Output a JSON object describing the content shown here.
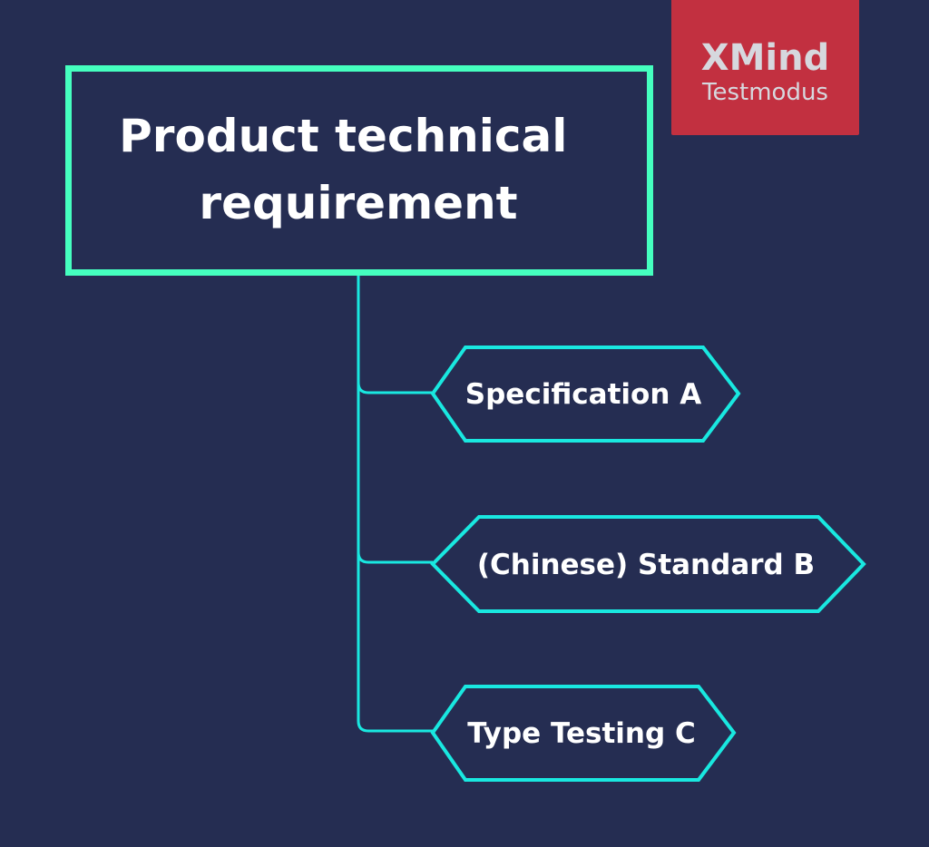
{
  "root": {
    "line1": "Product technical",
    "line2": "requirement"
  },
  "topics": [
    {
      "label": "Specification A"
    },
    {
      "label": "(Chinese) Standard B"
    },
    {
      "label": "Type Testing C"
    }
  ],
  "watermark": {
    "title": "XMind",
    "subtitle": "Testmodus"
  },
  "colors": {
    "background": "#252d52",
    "root_border": "#45ffbf",
    "branch": "#19e8e0",
    "watermark": "#c23040"
  }
}
